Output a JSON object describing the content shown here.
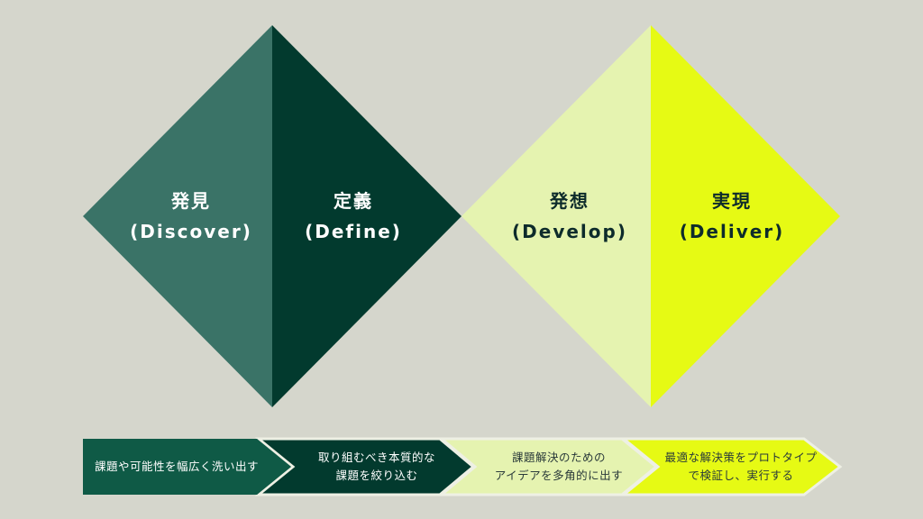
{
  "colors": {
    "discover": "#3a7367",
    "define": "#023a2e",
    "develop": "#e5f3b0",
    "deliver": "#e6fa14",
    "background": "#d5d6cc"
  },
  "phases": [
    {
      "title": "発見",
      "subtitle": "(Discover)",
      "desc": [
        "課題や可能性を幅広く洗い出す"
      ]
    },
    {
      "title": "定義",
      "subtitle": "(Define)",
      "desc": [
        "取り組むべき本質的な",
        "課題を絞り込む"
      ]
    },
    {
      "title": "発想",
      "subtitle": "(Develop)",
      "desc": [
        "課題解決のための",
        "アイデアを多角的に出す"
      ]
    },
    {
      "title": "実現",
      "subtitle": "(Deliver)",
      "desc": [
        "最適な解決策をプロトタイプ",
        "で検証し、実行する"
      ]
    }
  ]
}
